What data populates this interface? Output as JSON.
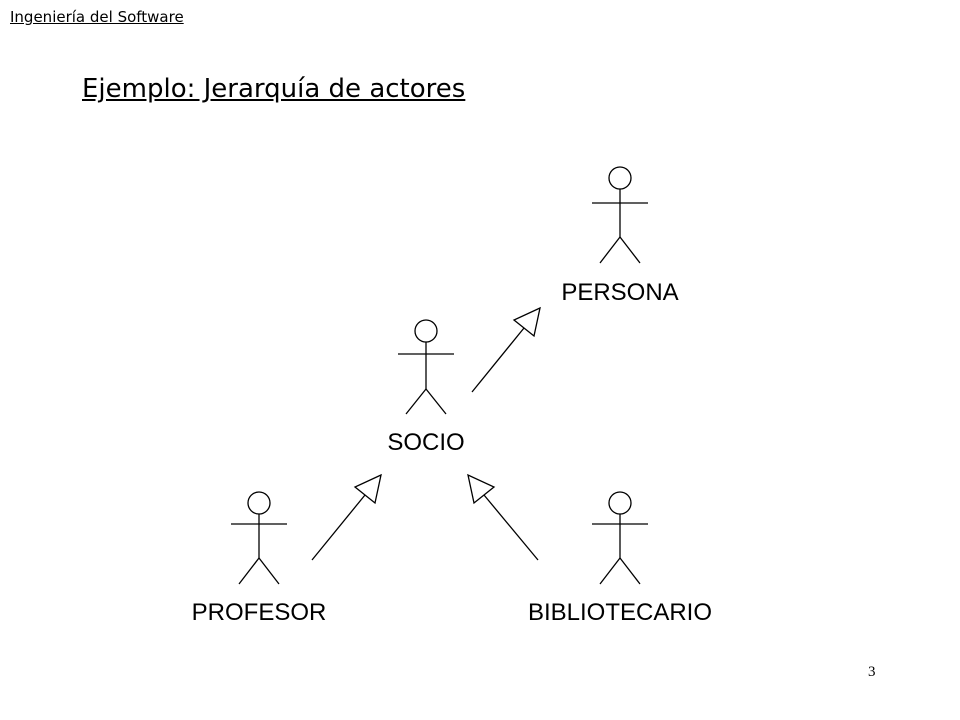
{
  "header": {
    "label": "Ingeniería del Software"
  },
  "title": {
    "text": "Ejemplo: Jerarquía de actores"
  },
  "page": {
    "number": "3"
  },
  "diagram": {
    "actors": [
      {
        "id": "persona",
        "label": "PERSONA"
      },
      {
        "id": "socio",
        "label": "SOCIO"
      },
      {
        "id": "profesor",
        "label": "PROFESOR"
      },
      {
        "id": "bibliotecario",
        "label": "BIBLIOTECARIO"
      }
    ],
    "generalizations": [
      {
        "from": "socio",
        "to": "persona"
      },
      {
        "from": "profesor",
        "to": "socio"
      },
      {
        "from": "bibliotecario",
        "to": "socio"
      }
    ]
  }
}
